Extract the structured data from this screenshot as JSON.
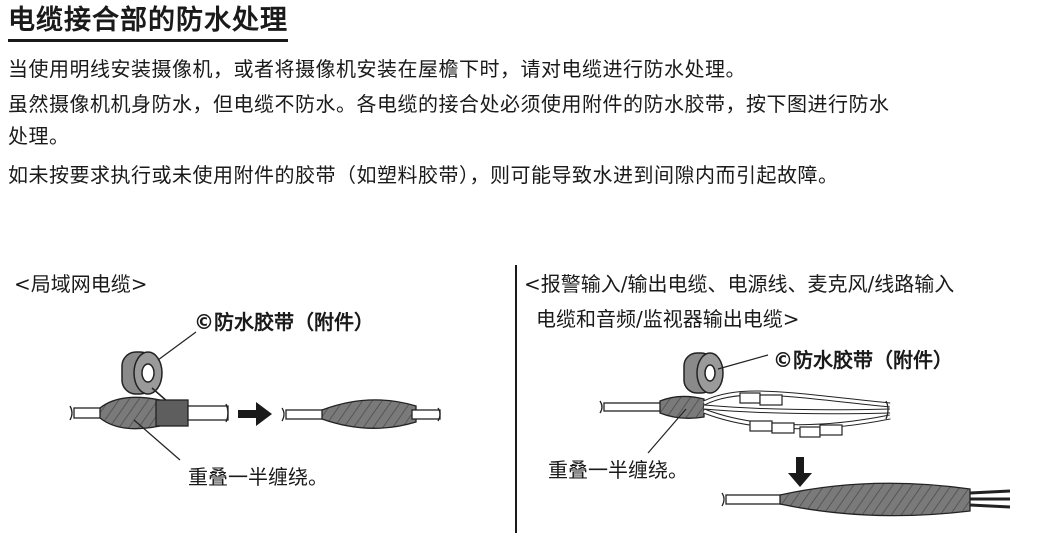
{
  "section": {
    "title": "电缆接合部的防水处理",
    "paragraphs": [
      "当使用明线安装摄像机，或者将摄像机安装在屋檐下时，请对电缆进行防水处理。",
      "虽然摄像机机身防水，但电缆不防水。各电缆的接合处必须使用附件的防水胶带，按下图进行防水",
      "处理。",
      "如未按要求执行或未使用附件的胶带（如塑料胶带），则可能导致水进到间隙内而引起故障。"
    ]
  },
  "left_figure": {
    "caption": "<局域网电缆>",
    "tape_label": "©防水胶带（附件）",
    "wrap_label": "重叠一半缠绕。"
  },
  "right_figure": {
    "caption_line1": "<报警输入/输出电缆、电源线、麦克风/线路输入",
    "caption_line2": "电缆和音频/监视器输出电缆>",
    "tape_label": "©防水胶带（附件）",
    "wrap_label": "重叠一半缠绕。"
  }
}
